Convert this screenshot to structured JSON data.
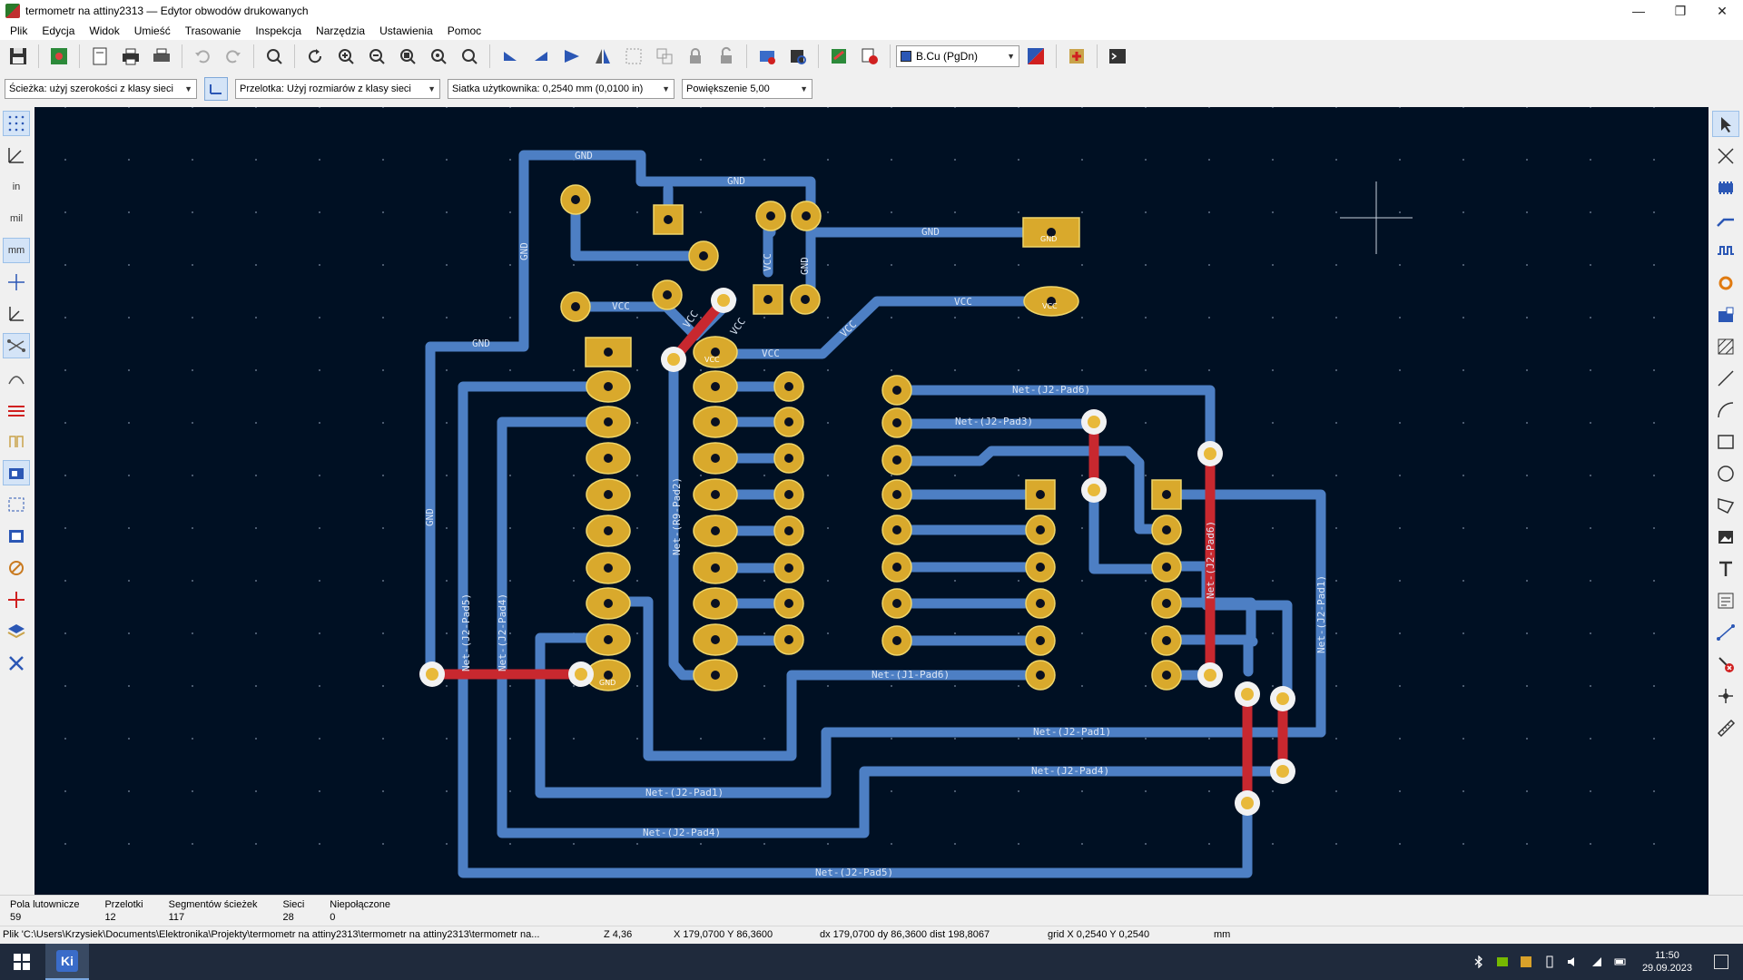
{
  "window": {
    "title": "termometr na attiny2313 — Edytor obwodów drukowanych",
    "controls": [
      "—",
      "❐",
      "✕"
    ]
  },
  "menu": [
    "Plik",
    "Edycja",
    "Widok",
    "Umieść",
    "Trasowanie",
    "Inspekcja",
    "Narzędzia",
    "Ustawienia",
    "Pomoc"
  ],
  "toolbar": {
    "layer": "B.Cu (PgDn)"
  },
  "aux": {
    "track": "Ścieżka: użyj szerokości z klasy sieci",
    "via": "Przelotka: Użyj rozmiarów z klasy sieci",
    "grid": "Siatka użytkownika: 0,2540 mm (0,0100 in)",
    "zoom": "Powiększenie 5,00"
  },
  "left_units": {
    "in": "in",
    "mil": "mil",
    "mm": "mm"
  },
  "board": {
    "traces": {
      "gnd": "GND",
      "vcc": "VCC",
      "j2p6": "Net-(J2-Pad6)",
      "j2p3": "Net-(J2-Pad3)",
      "j1p6": "Net-(J1-Pad6)",
      "j2p1": "Net-(J2-Pad1)",
      "j2p4": "Net-(J2-Pad4)",
      "j2p5": "Net-(J2-Pad5)",
      "r9p2": "Net-(R9-Pad2)"
    },
    "pad_text": {
      "gnd": "GND",
      "vcc": "VCC"
    }
  },
  "stats": [
    {
      "label": "Pola lutownicze",
      "value": "59"
    },
    {
      "label": "Przelotki",
      "value": "12"
    },
    {
      "label": "Segmentów ścieżek",
      "value": "117"
    },
    {
      "label": "Sieci",
      "value": "28"
    },
    {
      "label": "Niepołączone",
      "value": "0"
    }
  ],
  "status": {
    "file": "Plik 'C:\\Users\\Krzysiek\\Documents\\Elektronika\\Projekty\\termometr na attiny2313\\termometr na attiny2313\\termometr na...",
    "zoom": "Z 4,36",
    "xy": "X 179,0700  Y 86,3600",
    "delta": "dx 179,0700  dy 86,3600  dist 198,8067",
    "grid": "grid X 0,2540  Y 0,2540",
    "units": "mm"
  },
  "taskbar": {
    "app": "Ki",
    "time": "11:50",
    "date": "29.09.2023"
  }
}
